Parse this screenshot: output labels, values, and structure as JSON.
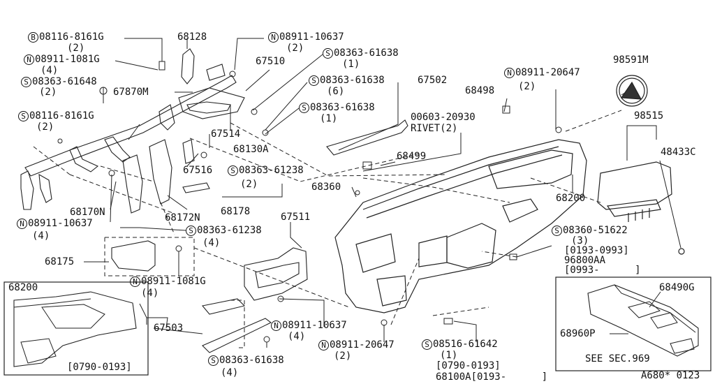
{
  "labels": {
    "l01": {
      "prefix": "B",
      "text": "08116-8161G"
    },
    "l01q": {
      "text": "(2)"
    },
    "l02": {
      "prefix": "N",
      "text": "08911-1081G"
    },
    "l02q": {
      "text": "(4)"
    },
    "l03": {
      "prefix": "S",
      "text": "08363-61648"
    },
    "l03q": {
      "text": "(2)"
    },
    "l04": {
      "text": "67870M"
    },
    "l05": {
      "prefix": "S",
      "text": "08116-8161G"
    },
    "l05q": {
      "text": "(2)"
    },
    "l06": {
      "text": "68128"
    },
    "l07": {
      "prefix": "N",
      "text": "08911-10637"
    },
    "l07q": {
      "text": "(2)"
    },
    "l08": {
      "text": "67510"
    },
    "l09": {
      "prefix": "S",
      "text": "08363-61638"
    },
    "l09q": {
      "text": "(1)"
    },
    "l10": {
      "prefix": "S",
      "text": "08363-61638"
    },
    "l10q": {
      "text": "(6)"
    },
    "l11": {
      "text": "67502"
    },
    "l12": {
      "prefix": "S",
      "text": "08363-61638"
    },
    "l12q": {
      "text": "(1)"
    },
    "l13": {
      "text": "67514"
    },
    "l14": {
      "text": "68130A"
    },
    "l15": {
      "text": "67516"
    },
    "l16": {
      "prefix": "S",
      "text": "08363-61238"
    },
    "l16q": {
      "text": "(2)"
    },
    "l17": {
      "text": "68178"
    },
    "l18": {
      "text": "68170N"
    },
    "l19": {
      "text": "68172N"
    },
    "l20": {
      "prefix": "N",
      "text": "08911-10637"
    },
    "l20q": {
      "text": "(4)"
    },
    "l21": {
      "prefix": "S",
      "text": "08363-61238"
    },
    "l21q": {
      "text": "(4)"
    },
    "l22": {
      "text": "67511"
    },
    "l23": {
      "text": "68175"
    },
    "l24": {
      "prefix": "N",
      "text": "08911-1081G"
    },
    "l24q": {
      "text": "(4)"
    },
    "l25": {
      "text": "68200"
    },
    "l26": {
      "text": "[0790-0193]"
    },
    "l27": {
      "text": "67503"
    },
    "l28": {
      "prefix": "N",
      "text": "08911-10637"
    },
    "l28q": {
      "text": "(4)"
    },
    "l29": {
      "prefix": "S",
      "text": "08363-61638"
    },
    "l29q": {
      "text": "(4)"
    },
    "l30": {
      "prefix": "N",
      "text": "08911-20647"
    },
    "l30q": {
      "text": "(2)"
    },
    "l31": {
      "prefix": "S",
      "text": "08516-61642"
    },
    "l31q": {
      "text": "(1)"
    },
    "l31r": {
      "text": "[0790-0193]"
    },
    "l31s": {
      "text": "68100A[0193-      ]"
    },
    "l32": {
      "text": "68498"
    },
    "l33": {
      "prefix": "N",
      "text": "08911-20647"
    },
    "l33q": {
      "text": "(2)"
    },
    "l34": {
      "text": "00603-20930"
    },
    "l34b": {
      "text": "RIVET(2)"
    },
    "l35": {
      "text": "68499"
    },
    "l36": {
      "text": "68360"
    },
    "l37": {
      "text": "68200"
    },
    "l38": {
      "prefix": "S",
      "text": "08360-51622"
    },
    "l38q": {
      "text": "(3)"
    },
    "l38r": {
      "text": "[0193-0993]"
    },
    "l39": {
      "text": "96800AA"
    },
    "l39b": {
      "text": "[0993-      ]"
    },
    "l40": {
      "text": "98591M"
    },
    "l41": {
      "text": "98515"
    },
    "l42": {
      "text": "48433C"
    },
    "l43": {
      "text": "68490G"
    },
    "l44": {
      "text": "68960P"
    },
    "l45": {
      "text": "SEE SEC.969"
    },
    "l46": {
      "text": "A680* 0123"
    }
  }
}
